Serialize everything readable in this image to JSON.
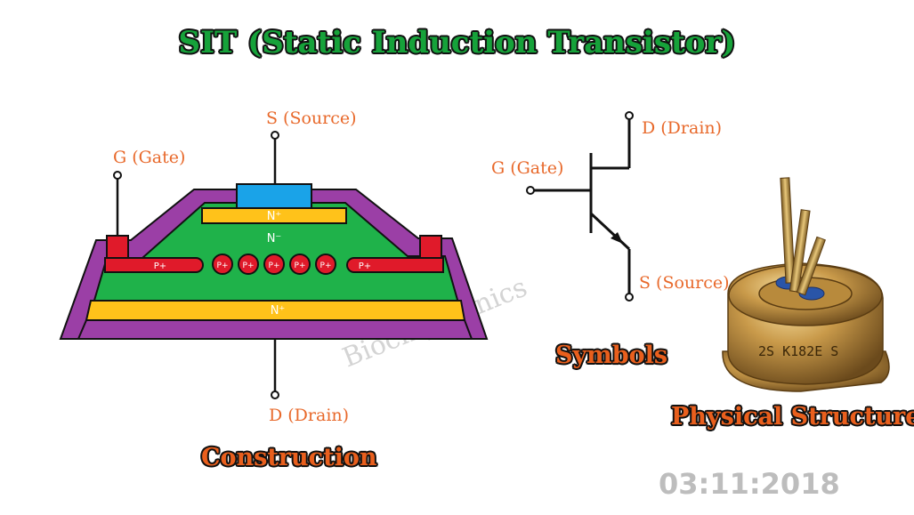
{
  "title": "SIT (Static Induction Transistor)",
  "construction": {
    "terminal_source": "S (Source)",
    "terminal_gate": "G (Gate)",
    "terminal_drain": "D (Drain)",
    "layer_n_plus_top": "N⁺",
    "layer_n_minus": "N⁻",
    "layer_n_plus_bottom": "N⁺",
    "p_plus": "P+",
    "caption": "Construction",
    "colors": {
      "metal": "#9b3fa6",
      "source": "#1aa3e8",
      "n_plus": "#ffc21a",
      "n_minus": "#1fb24a",
      "p_plus": "#e01a2a"
    }
  },
  "symbol": {
    "terminal_drain": "D (Drain)",
    "terminal_gate": "G (Gate)",
    "terminal_source": "S (Source)",
    "caption": "Symbols"
  },
  "physical": {
    "part_marking": "2S K182E S",
    "caption": "Physical Structure"
  },
  "watermark": "Biochiptronics",
  "date": "03:11:2018"
}
